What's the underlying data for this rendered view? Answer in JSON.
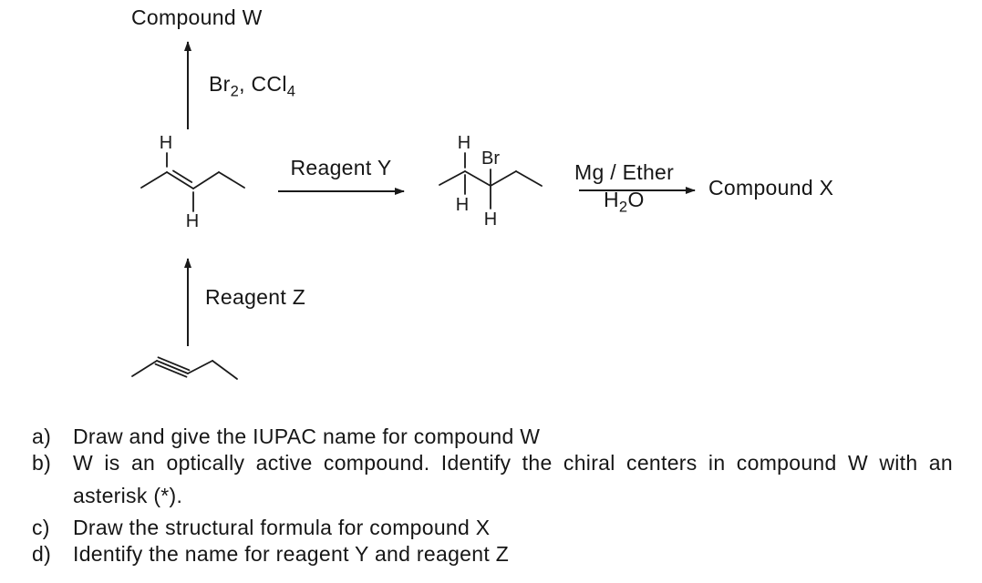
{
  "scheme": {
    "compound_w": "Compound W",
    "compound_x": "Compound X",
    "reagent_y": "Reagent Y",
    "reagent_z": "Reagent Z",
    "bromination_reagent": {
      "p1": "Br",
      "sub1": "2",
      "p2": ", CCl",
      "sub2": "4"
    },
    "grignard_top": "Mg / Ether",
    "grignard_bottom": {
      "p1": "H",
      "sub1": "2",
      "p2": "O"
    },
    "atom_h": "H",
    "atom_br": "Br"
  },
  "questions": {
    "items": [
      {
        "label": "a)",
        "lines": [
          "Draw and give the IUPAC name for compound W"
        ]
      },
      {
        "label": "b)",
        "lines": [
          "W is an optically active compound. Identify the chiral centers in compound W with an",
          "asterisk (*)."
        ]
      },
      {
        "label": "c)",
        "lines": [
          "Draw the structural formula for compound X"
        ]
      },
      {
        "label": "d)",
        "lines": [
          "Identify the name for reagent Y and reagent Z"
        ]
      }
    ]
  }
}
